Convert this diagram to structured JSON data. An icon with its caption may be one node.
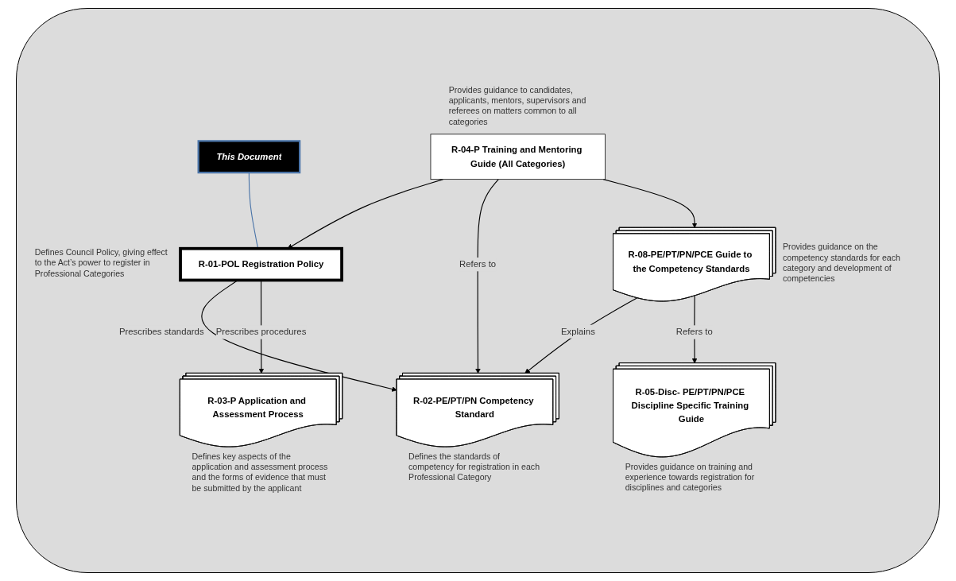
{
  "diagram": {
    "nodes": [
      {
        "text": [
          "R-01-POL Registration Policy"
        ],
        "beside": [
          "Defines Council Policy, giving effect to the Act’s power to register in Professional Categories"
        ]
      },
      {
        "text": [
          "R-02-PE/PT/PN Competency Standard"
        ],
        "beside": [
          "Defines the standards of competency for registration in each Professional Category"
        ]
      },
      {
        "text": [
          "R-08-PE/PT/PN/PCE Guide to the Competency Standards"
        ],
        "beside": [
          "Provides guidance on the competency standards for each category and development of competencies"
        ]
      },
      {
        "text": [
          "This Document"
        ]
      },
      {
        "text": [
          "R-03-P Application and Assessment Process"
        ],
        "beside": [
          "Defines key aspects of the application and assessment process and the forms of evidence that must be submitted by the applicant"
        ]
      },
      {
        "text": [
          "R-04-P Training and Mentoring Guide (All Categories)"
        ],
        "beside": [
          "Provides guidance to candidates, applicants, mentors, supervisors and referees on matters common to all categories"
        ]
      },
      {
        "text": [
          "R-05-Disc- PE/PT/PN/PCE Discipline Specific Training Guide"
        ],
        "beside": [
          "Provides guidance on training and experience towards registration for disciplines and categories"
        ]
      }
    ],
    "edges": [
      {
        "from": 0,
        "to": 1,
        "arrow": "to",
        "label": "Prescribes standards"
      },
      {
        "from": 0,
        "to": 4,
        "arrow": "to",
        "label": "Prescribes procedures"
      },
      {
        "from": 2,
        "to": 1,
        "arrow": "to",
        "label": "Explains"
      },
      {
        "from": 5,
        "to": 0,
        "arrow": "to"
      },
      {
        "from": 5,
        "to": 1,
        "arrow": "to",
        "label": "Refers to"
      },
      {
        "from": 5,
        "to": 2,
        "arrow": "to"
      },
      {
        "from": 2,
        "to": 6,
        "arrow": "to",
        "label": "Refers to"
      },
      {
        "from": 3,
        "to": 0,
        "arrow": "none",
        "color": "#4a74a8"
      }
    ]
  }
}
